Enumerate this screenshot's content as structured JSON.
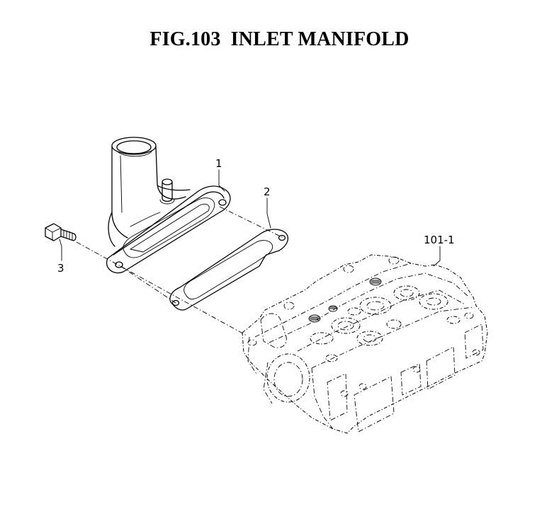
{
  "figure": {
    "number": "FIG.103",
    "name": "INLET MANIFOLD"
  },
  "callouts": [
    {
      "id": "c1",
      "label": "1"
    },
    {
      "id": "c2",
      "label": "2"
    },
    {
      "id": "c3",
      "label": "3"
    },
    {
      "id": "c4",
      "label": "101-1"
    }
  ]
}
